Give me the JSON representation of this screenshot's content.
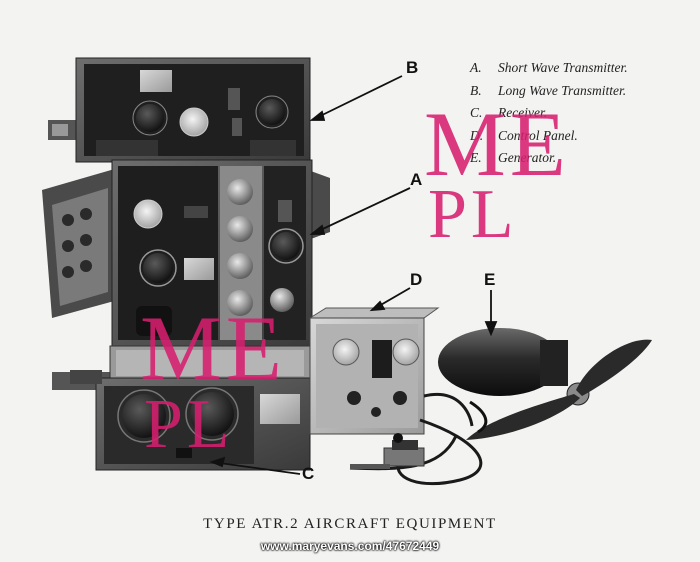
{
  "legend": [
    {
      "key": "A.",
      "text": "Short Wave Transmitter."
    },
    {
      "key": "B.",
      "text": "Long Wave Transmitter."
    },
    {
      "key": "C.",
      "text": "Receiver."
    },
    {
      "key": "D.",
      "text": "Control Panel."
    },
    {
      "key": "E.",
      "text": "Generator."
    }
  ],
  "callouts": {
    "a": "A",
    "b": "B",
    "c": "C",
    "d": "D",
    "e": "E"
  },
  "caption": "TYPE ATR.2 AIRCRAFT EQUIPMENT",
  "credit": "www.maryevans.com/47672449",
  "watermark": {
    "line1": "ME",
    "line2": "PL"
  },
  "colors": {
    "watermark": "#d61e6e",
    "paper": "#f3f3f1"
  }
}
